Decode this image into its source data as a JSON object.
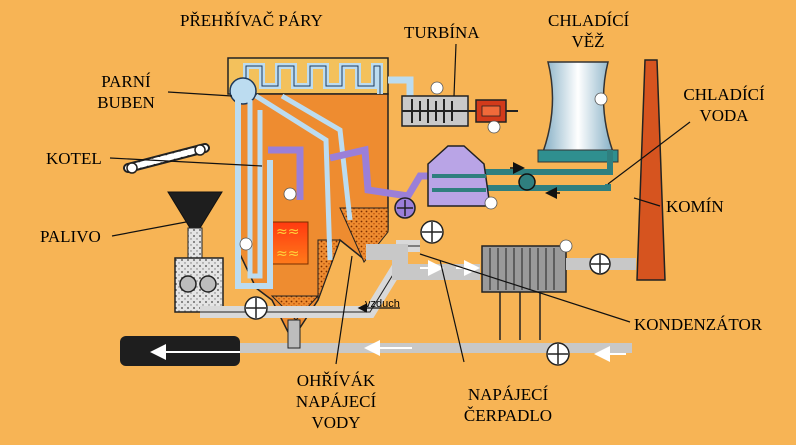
{
  "labels": {
    "superheater": "PŘEHŘÍVAČ PÁRY",
    "turbine": "TURBÍNA",
    "cooling_tower_1": "CHLADÍCÍ",
    "cooling_tower_2": "VĚŽ",
    "steam_drum_1": "PARNÍ",
    "steam_drum_2": "BUBEN",
    "cooling_water_1": "CHLADÍCÍ",
    "cooling_water_2": "VODA",
    "boiler": "KOTEL",
    "chimney": "KOMÍN",
    "fuel": "PALIVO",
    "condenser": "KONDENZÁTOR",
    "economizer_1": "OHŘÍVÁK",
    "economizer_2": "NAPÁJECÍ",
    "economizer_3": "VODY",
    "feed_pump_1": "NAPÁJECÍ",
    "feed_pump_2": "ČERPADLO",
    "air_duct": "vzduch"
  },
  "colors": {
    "background": "#f7b455",
    "steam_pipe": "#bcdcf0",
    "condensate_pipe": "#9b7fd8",
    "furnace": "#ee8c30",
    "flame": "#ff5a1a",
    "chimney": "#d6541f",
    "water": "#4fa3a3",
    "duct": "#d9d9d9",
    "dark": "#1e1e1e"
  }
}
